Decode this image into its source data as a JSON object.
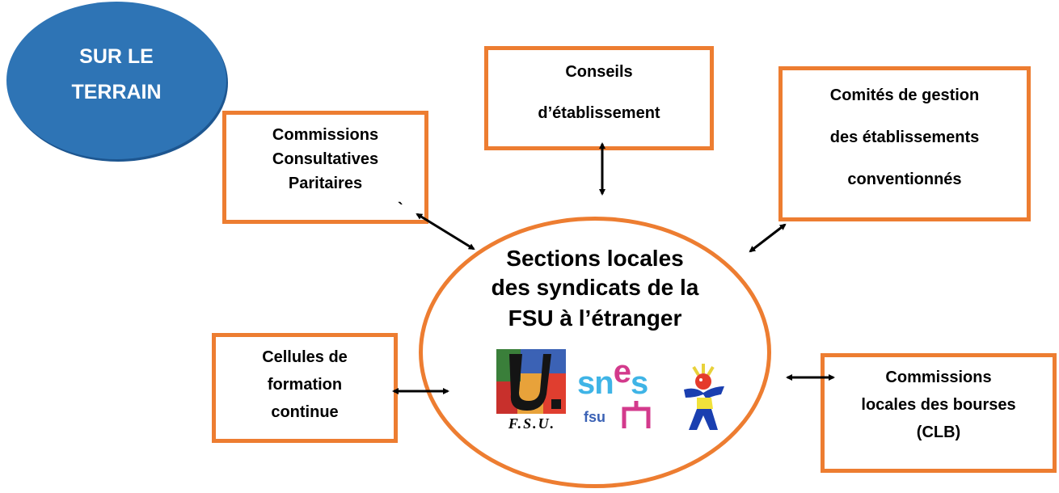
{
  "badge": {
    "line1": "SUR LE",
    "line2": "TERRAIN",
    "color": "#2e74b5"
  },
  "accent_color": "#ed7d31",
  "hub": {
    "line1": "Sections locales",
    "line2": "des syndicats de la",
    "line3": "FSU à l’étranger"
  },
  "boxes": {
    "ccp": {
      "line1": "Commissions",
      "line2": "Consultatives",
      "line3": "Paritaires",
      "mark": "`"
    },
    "conseils": {
      "line1": "Conseils",
      "line2": "d’établissement"
    },
    "comites": {
      "line1": "Comités de gestion",
      "line2": "des établissements",
      "line3": "conventionnés"
    },
    "cellules": {
      "line1": "Cellules de",
      "line2": "formation",
      "line3": "continue"
    },
    "clb": {
      "line1": "Commissions",
      "line2": "locales des bourses",
      "line3": "(CLB)"
    }
  },
  "logos": {
    "fsu": {
      "letter": "U",
      "caption": "F.S.U."
    },
    "snes": {
      "word_left": "sn",
      "word_e": "e",
      "word_right": "s",
      "sub": "fsu"
    }
  }
}
